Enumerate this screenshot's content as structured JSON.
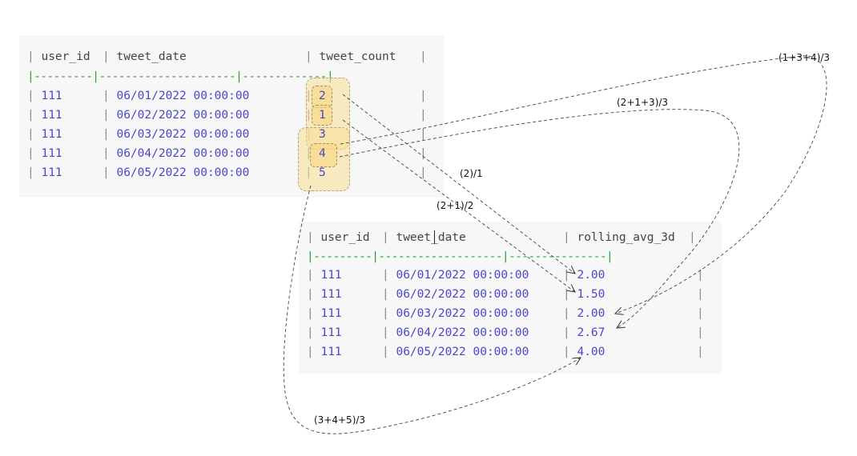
{
  "table1": {
    "headers": [
      "user_id",
      "tweet_date",
      "tweet_count"
    ],
    "rows": [
      [
        "111",
        "06/01/2022 00:00:00",
        "2"
      ],
      [
        "111",
        "06/02/2022 00:00:00",
        "1"
      ],
      [
        "111",
        "06/03/2022 00:00:00",
        "3"
      ],
      [
        "111",
        "06/04/2022 00:00:00",
        "4"
      ],
      [
        "111",
        "06/05/2022 00:00:00",
        "5"
      ]
    ]
  },
  "table2": {
    "headers": [
      "user_id",
      "tweet_date",
      "rolling_avg_3d"
    ],
    "rows": [
      [
        "111",
        "06/01/2022 00:00:00",
        "2.00"
      ],
      [
        "111",
        "06/02/2022 00:00:00",
        "1.50"
      ],
      [
        "111",
        "06/03/2022 00:00:00",
        "2.00"
      ],
      [
        "111",
        "06/04/2022 00:00:00",
        "2.67"
      ],
      [
        "111",
        "06/05/2022 00:00:00",
        "4.00"
      ]
    ]
  },
  "annotations": {
    "row1": "(2)/1",
    "row2": "(2+1)/2",
    "row3": "(1+3+4)/3",
    "row4": "(2+1+3)/3",
    "row5": "(3+4+5)/3"
  },
  "colors": {
    "value_text": "#4a48c8",
    "separator": "#2e9e3a",
    "highlight": "#fadc96"
  }
}
